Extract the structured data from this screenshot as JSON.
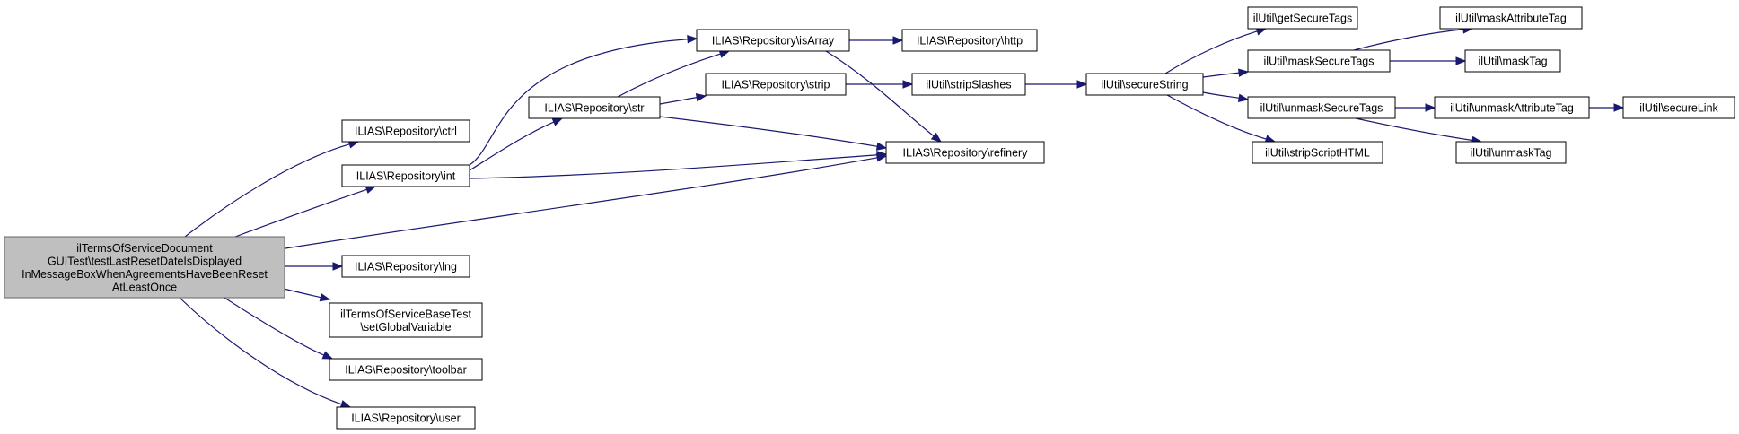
{
  "nodes": [
    {
      "id": "root",
      "lines": [
        "ilTermsOfServiceDocument",
        "GUITest\\testLastResetDateIsDisplayed",
        "InMessageBoxWhenAgreementsHaveBeenReset",
        "AtLeastOnce"
      ]
    },
    {
      "id": "ctrl",
      "lines": [
        "ILIAS\\Repository\\ctrl"
      ]
    },
    {
      "id": "int",
      "lines": [
        "ILIAS\\Repository\\int"
      ]
    },
    {
      "id": "lng",
      "lines": [
        "ILIAS\\Repository\\lng"
      ]
    },
    {
      "id": "setglobal",
      "lines": [
        "ilTermsOfServiceBaseTest",
        "\\setGlobalVariable"
      ]
    },
    {
      "id": "toolbar",
      "lines": [
        "ILIAS\\Repository\\toolbar"
      ]
    },
    {
      "id": "user",
      "lines": [
        "ILIAS\\Repository\\user"
      ]
    },
    {
      "id": "str",
      "lines": [
        "ILIAS\\Repository\\str"
      ]
    },
    {
      "id": "isArray",
      "lines": [
        "ILIAS\\Repository\\isArray"
      ]
    },
    {
      "id": "strip",
      "lines": [
        "ILIAS\\Repository\\strip"
      ]
    },
    {
      "id": "refinery",
      "lines": [
        "ILIAS\\Repository\\refinery"
      ]
    },
    {
      "id": "http",
      "lines": [
        "ILIAS\\Repository\\http"
      ]
    },
    {
      "id": "stripSlashes",
      "lines": [
        "ilUtil\\stripSlashes"
      ]
    },
    {
      "id": "secureString",
      "lines": [
        "ilUtil\\secureString"
      ]
    },
    {
      "id": "getSecureTags",
      "lines": [
        "ilUtil\\getSecureTags"
      ]
    },
    {
      "id": "maskSecureTags",
      "lines": [
        "ilUtil\\maskSecureTags"
      ]
    },
    {
      "id": "unmaskSecureTags",
      "lines": [
        "ilUtil\\unmaskSecureTags"
      ]
    },
    {
      "id": "stripScriptHTML",
      "lines": [
        "ilUtil\\stripScriptHTML"
      ]
    },
    {
      "id": "maskAttributeTag",
      "lines": [
        "ilUtil\\maskAttributeTag"
      ]
    },
    {
      "id": "maskTag",
      "lines": [
        "ilUtil\\maskTag"
      ]
    },
    {
      "id": "unmaskAttributeTag",
      "lines": [
        "ilUtil\\unmaskAttributeTag"
      ]
    },
    {
      "id": "unmaskTag",
      "lines": [
        "ilUtil\\unmaskTag"
      ]
    },
    {
      "id": "secureLink",
      "lines": [
        "ilUtil\\secureLink"
      ]
    }
  ],
  "edges": [
    {
      "from": "root",
      "to": "ctrl"
    },
    {
      "from": "root",
      "to": "int"
    },
    {
      "from": "root",
      "to": "refinery"
    },
    {
      "from": "root",
      "to": "lng"
    },
    {
      "from": "root",
      "to": "setglobal"
    },
    {
      "from": "root",
      "to": "toolbar"
    },
    {
      "from": "root",
      "to": "user"
    },
    {
      "from": "int",
      "to": "isArray"
    },
    {
      "from": "int",
      "to": "str"
    },
    {
      "from": "int",
      "to": "refinery"
    },
    {
      "from": "str",
      "to": "isArray"
    },
    {
      "from": "str",
      "to": "strip"
    },
    {
      "from": "str",
      "to": "refinery"
    },
    {
      "from": "isArray",
      "to": "http"
    },
    {
      "from": "isArray",
      "to": "refinery"
    },
    {
      "from": "strip",
      "to": "stripSlashes"
    },
    {
      "from": "stripSlashes",
      "to": "secureString"
    },
    {
      "from": "secureString",
      "to": "getSecureTags"
    },
    {
      "from": "secureString",
      "to": "maskSecureTags"
    },
    {
      "from": "secureString",
      "to": "unmaskSecureTags"
    },
    {
      "from": "secureString",
      "to": "stripScriptHTML"
    },
    {
      "from": "maskSecureTags",
      "to": "maskAttributeTag"
    },
    {
      "from": "maskSecureTags",
      "to": "maskTag"
    },
    {
      "from": "unmaskSecureTags",
      "to": "unmaskAttributeTag"
    },
    {
      "from": "unmaskSecureTags",
      "to": "unmaskTag"
    },
    {
      "from": "unmaskAttributeTag",
      "to": "secureLink"
    }
  ]
}
